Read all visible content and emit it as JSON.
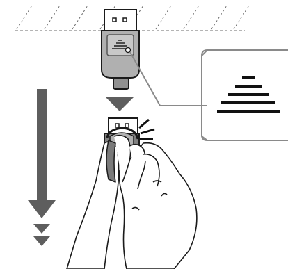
{
  "figure": {
    "parts": [
      {
        "name": "surface",
        "description": "hatched-surface"
      },
      {
        "name": "connector",
        "description": "displayport-plug"
      },
      {
        "name": "release-button",
        "description": "latch-release-button"
      },
      {
        "name": "callout",
        "description": "release-symbol-magnified"
      },
      {
        "name": "hand",
        "description": "hand-pressing-release"
      },
      {
        "name": "direction",
        "description": "pull-down-arrow"
      }
    ],
    "colors": {
      "outline": "#1a1a1a",
      "connector_fill": "#b0b0b0",
      "connector_dark": "#808080",
      "arrow_fill": "#5e5e5e",
      "callout_border": "#8a8a8a",
      "background": "#ffffff"
    }
  }
}
